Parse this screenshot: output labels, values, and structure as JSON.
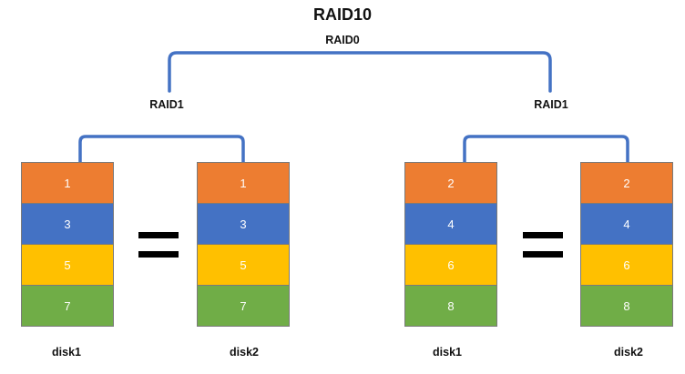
{
  "title": "RAID10",
  "top_label": "RAID0",
  "mirror_label": "RAID1",
  "colors": {
    "connector": "#4472C4",
    "orange": "#ED7D31",
    "blue": "#4472C4",
    "yellow": "#FFC000",
    "green": "#70AD47"
  },
  "groups": [
    {
      "label": "RAID1",
      "disks": [
        {
          "label": "disk1",
          "blocks": [
            "1",
            "3",
            "5",
            "7"
          ]
        },
        {
          "label": "disk2",
          "blocks": [
            "1",
            "3",
            "5",
            "7"
          ]
        }
      ]
    },
    {
      "label": "RAID1",
      "disks": [
        {
          "label": "disk1",
          "blocks": [
            "2",
            "4",
            "6",
            "8"
          ]
        },
        {
          "label": "disk2",
          "blocks": [
            "2",
            "4",
            "6",
            "8"
          ]
        }
      ]
    }
  ]
}
